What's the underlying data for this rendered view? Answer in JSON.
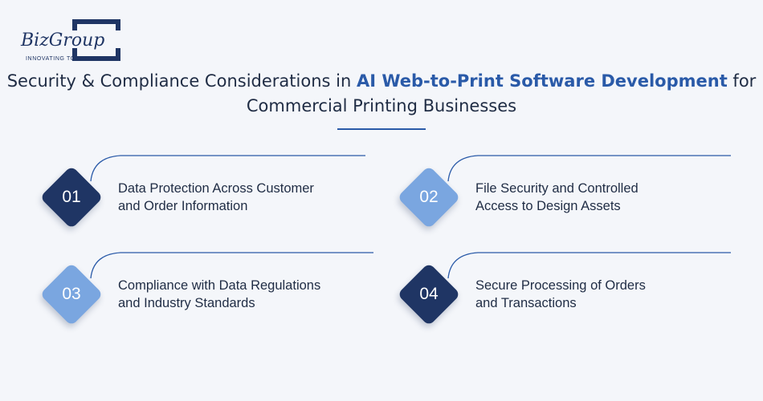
{
  "logo": {
    "name": "BizGroup",
    "tagline": "INNOVATING TOGETHER"
  },
  "title": {
    "part1": "Security & Compliance Considerations in ",
    "highlight": "AI Web-to-Print Software Development",
    "part2": " for Commercial Printing Businesses"
  },
  "colors": {
    "dark_navy": "#1f3564",
    "medium_blue": "#2a5aa8",
    "light_blue": "#7aa6e0",
    "text": "#1f2c44",
    "background": "#f4f6fa"
  },
  "items": [
    {
      "number": "01",
      "line1": "Data Protection Across Customer",
      "line2": "and Order Information",
      "style": "dark"
    },
    {
      "number": "02",
      "line1": "File Security and Controlled",
      "line2": "Access to Design Assets",
      "style": "light"
    },
    {
      "number": "03",
      "line1": "Compliance with Data Regulations",
      "line2": "and Industry Standards",
      "style": "light"
    },
    {
      "number": "04",
      "line1": "Secure Processing of Orders",
      "line2": "and Transactions",
      "style": "dark"
    }
  ]
}
